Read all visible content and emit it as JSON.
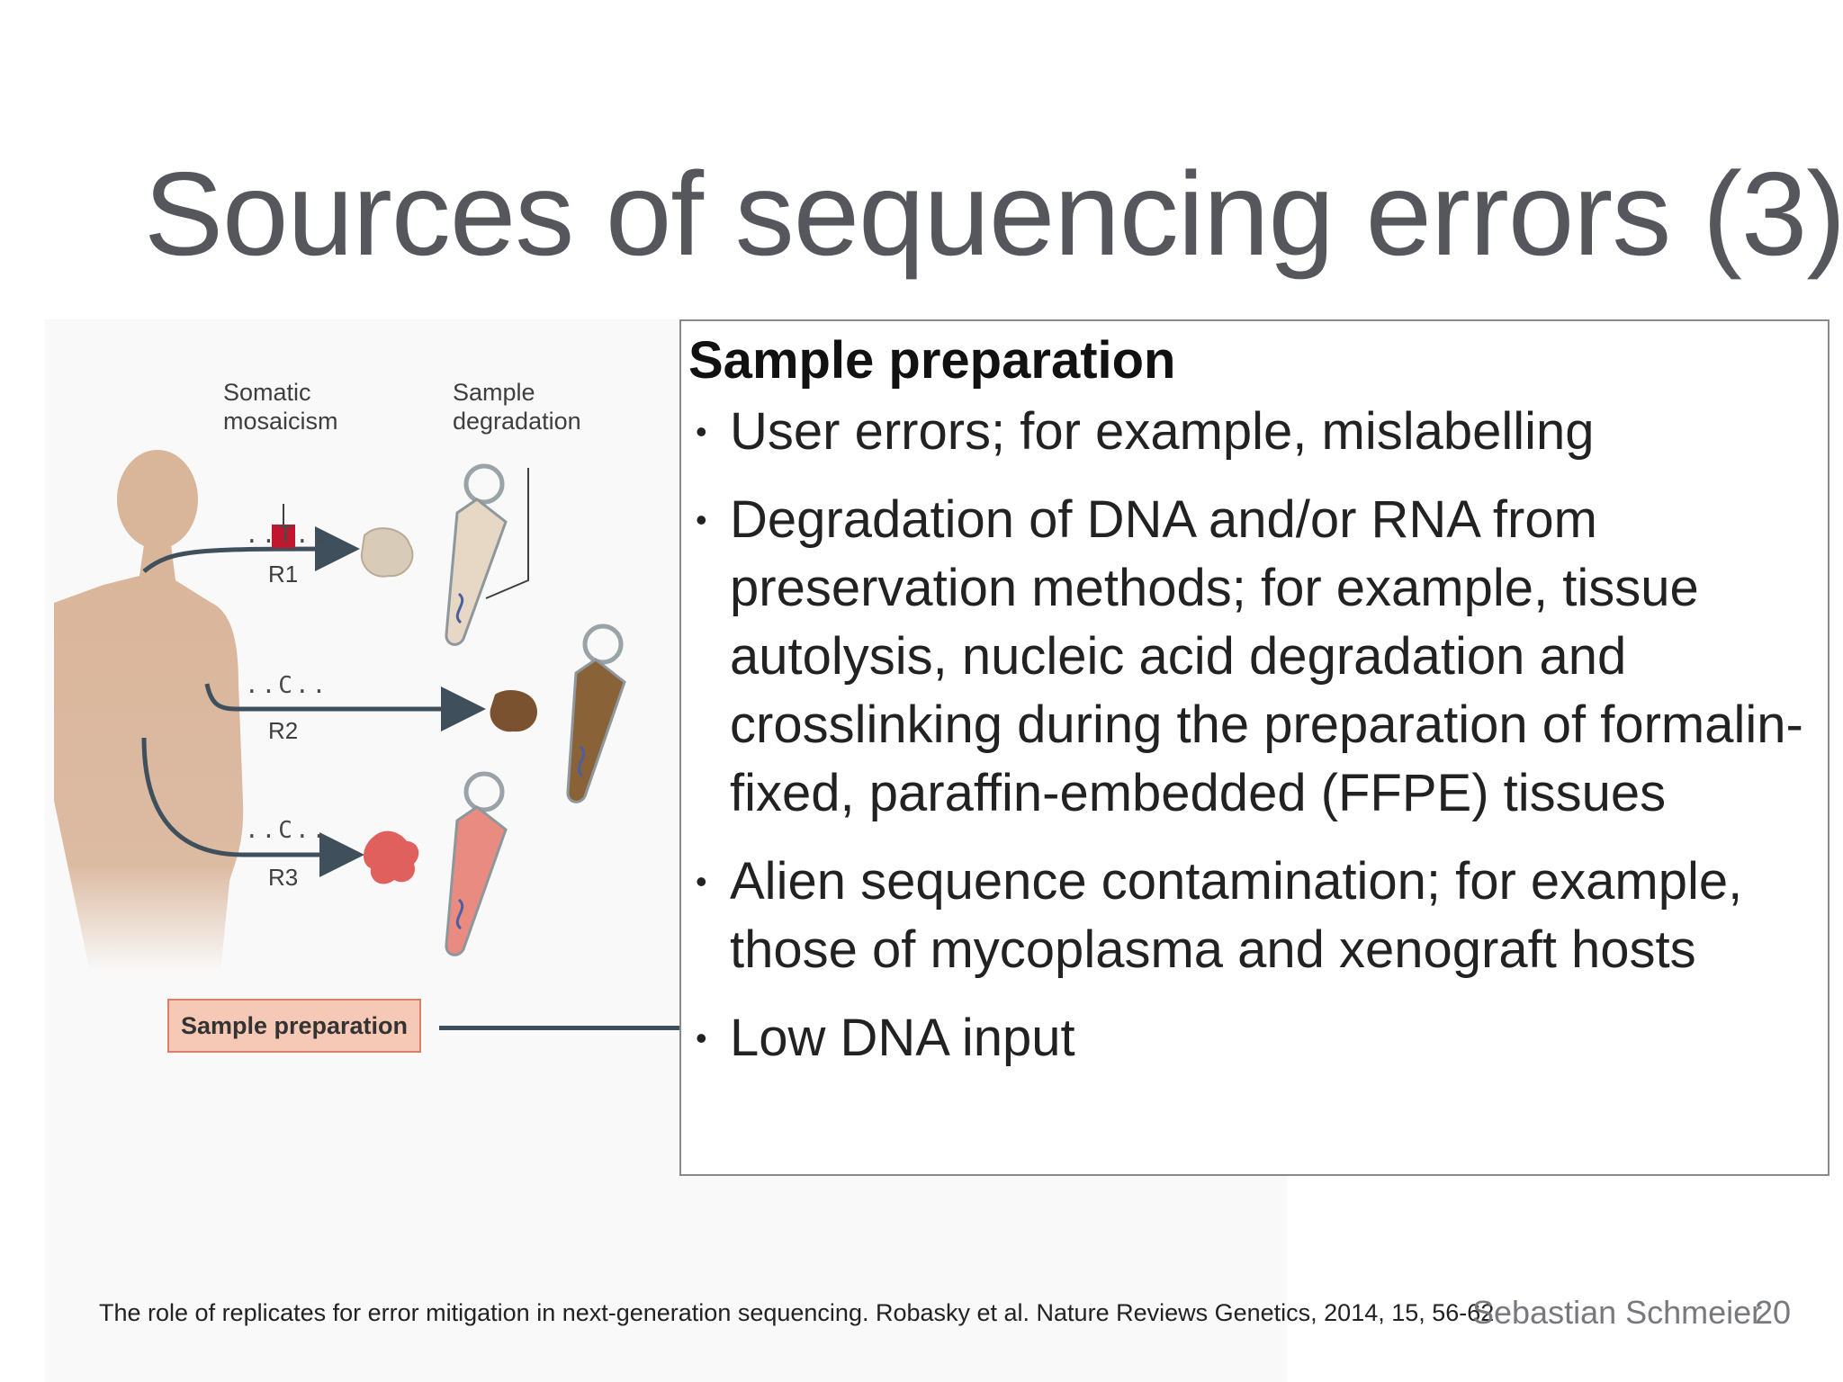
{
  "slide": {
    "title": "Sources of sequencing errors (3)"
  },
  "figure": {
    "labels": {
      "somatic": [
        "Somatic",
        "mosaicism"
      ],
      "degradation": [
        "Sample",
        "degradation"
      ]
    },
    "rows": [
      {
        "seq": "..T..",
        "replicate": "R1"
      },
      {
        "seq": "..C..",
        "replicate": "R2"
      },
      {
        "seq": "..C..",
        "replicate": "R3"
      }
    ],
    "step_box": "Sample preparation",
    "colors": {
      "body": "#d9b59a",
      "arrow": "#3f4f5c",
      "mutation": "#c0172f",
      "tissue_r1": "#d8cbb8",
      "tissue_r2": "#7a5230",
      "tissue_r3": "#e0605e",
      "box_fill": "#f6c8b6"
    }
  },
  "textbox": {
    "heading": "Sample preparation",
    "bullets": [
      "User errors; for example, mislabelling",
      "Degradation of DNA and/or RNA from preservation methods; for example, tissue autolysis, nucleic acid degradation and crosslinking during the preparation of formalin-fixed, paraffin-embedded (FFPE) tissues",
      "Alien sequence contamination; for example, those of mycoplasma and xenograft hosts",
      "Low DNA input"
    ],
    "bullet_symbol": "•"
  },
  "footer": {
    "reference": "The role of replicates for error mitigation in next-generation sequencing. Robasky et al. Nature Reviews Genetics, 2014, 15, 56-62",
    "author": "Sebastian Schmeier",
    "page": "20"
  }
}
